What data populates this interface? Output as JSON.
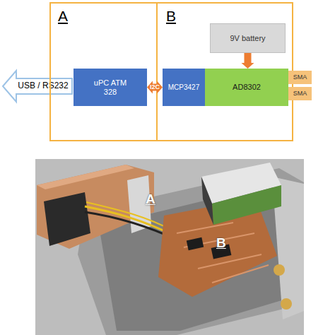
{
  "diagram": {
    "nodes": [
      {
        "text": [
          "USB / RS232"
        ]
      },
      {
        "text": [
          "A"
        ]
      },
      {
        "text": [
          "uPC ATM 328"
        ],
        "in": 1
      },
      {
        "text": [
          "B"
        ]
      },
      {
        "text": [
          "9V battery"
        ],
        "in": 3
      },
      {
        "text": [
          "MCP3427"
        ],
        "in": 3
      },
      {
        "text": [
          "AD8302"
        ],
        "in": 3
      },
      {
        "text": [
          "SMA"
        ]
      },
      {
        "text": [
          "SMA"
        ]
      }
    ],
    "edges": [
      {
        "from": 2,
        "to": 5,
        "label": "I2C",
        "arrow": "both"
      },
      {
        "from": 4,
        "to": 6,
        "arrow": "to"
      }
    ],
    "labels": [
      "A",
      "B"
    ]
  }
}
